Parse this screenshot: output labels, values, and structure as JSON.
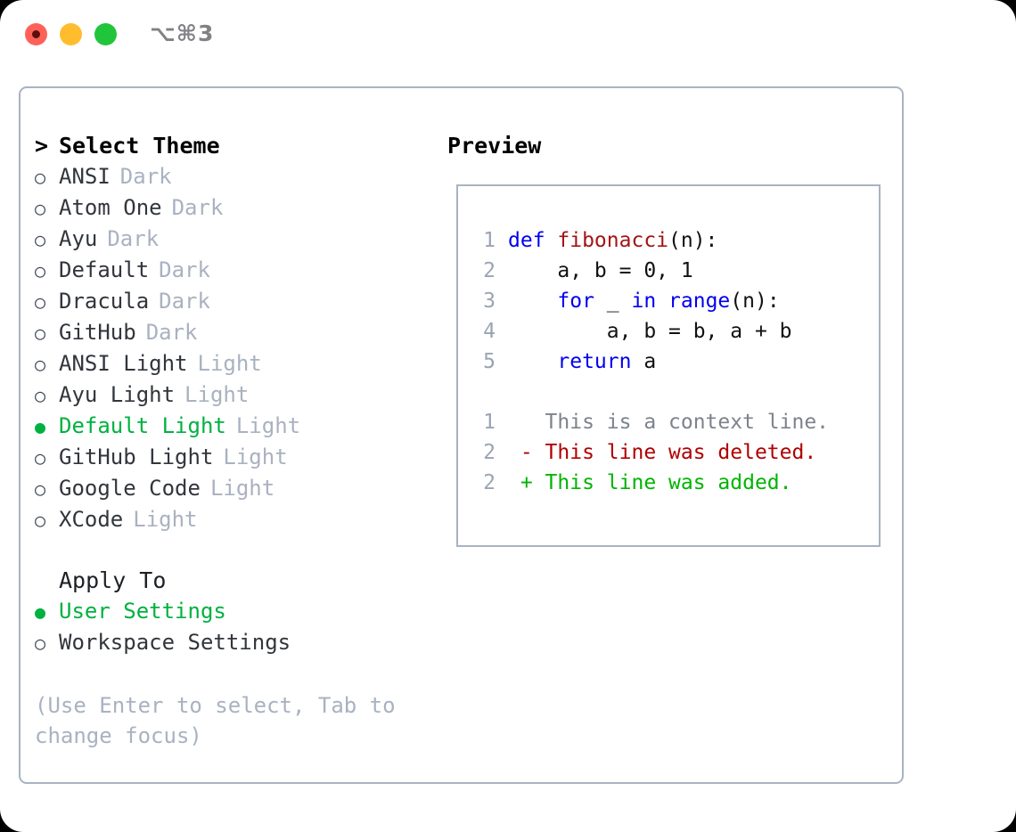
{
  "window": {
    "title": "⌥⌘3",
    "controls": [
      {
        "name": "close",
        "color": "#ff6159"
      },
      {
        "name": "minimize",
        "color": "#ffbd2e"
      },
      {
        "name": "maximize",
        "color": "#21c53c"
      }
    ]
  },
  "theme_panel": {
    "header": "Select Theme",
    "prompt_marker": ">",
    "marker_unselected": "○",
    "marker_selected": "●",
    "items": [
      {
        "label": "ANSI",
        "tag": "Dark",
        "selected": false
      },
      {
        "label": "Atom One",
        "tag": "Dark",
        "selected": false
      },
      {
        "label": "Ayu",
        "tag": "Dark",
        "selected": false
      },
      {
        "label": "Default",
        "tag": "Dark",
        "selected": false
      },
      {
        "label": "Dracula",
        "tag": "Dark",
        "selected": false
      },
      {
        "label": "GitHub",
        "tag": "Dark",
        "selected": false
      },
      {
        "label": "ANSI Light",
        "tag": "Light",
        "selected": false
      },
      {
        "label": "Ayu Light",
        "tag": "Light",
        "selected": false
      },
      {
        "label": "Default Light",
        "tag": "Light",
        "selected": true
      },
      {
        "label": "GitHub Light",
        "tag": "Light",
        "selected": false
      },
      {
        "label": "Google Code",
        "tag": "Light",
        "selected": false
      },
      {
        "label": "XCode",
        "tag": "Light",
        "selected": false
      }
    ]
  },
  "apply_to": {
    "header": "Apply To",
    "items": [
      {
        "label": "User Settings",
        "selected": true
      },
      {
        "label": "Workspace Settings",
        "selected": false
      }
    ]
  },
  "hint": "(Use Enter to select, Tab to change focus)",
  "preview": {
    "title": "Preview",
    "code_lines": [
      {
        "number": "1",
        "tokens": [
          {
            "text": "def ",
            "type": "kw"
          },
          {
            "text": "fibonacci",
            "type": "fn"
          },
          {
            "text": "(n):",
            "type": "plain"
          }
        ]
      },
      {
        "number": "2",
        "tokens": [
          {
            "text": "    a, b = 0, 1",
            "type": "plain"
          }
        ]
      },
      {
        "number": "3",
        "tokens": [
          {
            "text": "    ",
            "type": "plain"
          },
          {
            "text": "for",
            "type": "kw"
          },
          {
            "text": " _ ",
            "type": "plain"
          },
          {
            "text": "in",
            "type": "kw"
          },
          {
            "text": " ",
            "type": "plain"
          },
          {
            "text": "range",
            "type": "kw"
          },
          {
            "text": "(n):",
            "type": "plain"
          }
        ]
      },
      {
        "number": "4",
        "tokens": [
          {
            "text": "        a, b = b, a + b",
            "type": "plain"
          }
        ]
      },
      {
        "number": "5",
        "tokens": [
          {
            "text": "    ",
            "type": "plain"
          },
          {
            "text": "return",
            "type": "kw"
          },
          {
            "text": " a",
            "type": "plain"
          }
        ]
      }
    ],
    "diff_lines": [
      {
        "number": "1",
        "sign": " ",
        "text": "This is a context line.",
        "type": "context"
      },
      {
        "number": "2",
        "sign": "-",
        "text": "This line was deleted.",
        "type": "deleted"
      },
      {
        "number": "2",
        "sign": "+",
        "text": "This line was added.",
        "type": "added"
      }
    ]
  },
  "colors": {
    "accent_green": "#00b140",
    "border": "#a8b3c2",
    "muted": "#a9b2c0",
    "keyword": "#0000ee",
    "function": "#a31515",
    "diff_added": "#00b400",
    "diff_deleted": "#b00000",
    "diff_context": "#7d838c"
  }
}
